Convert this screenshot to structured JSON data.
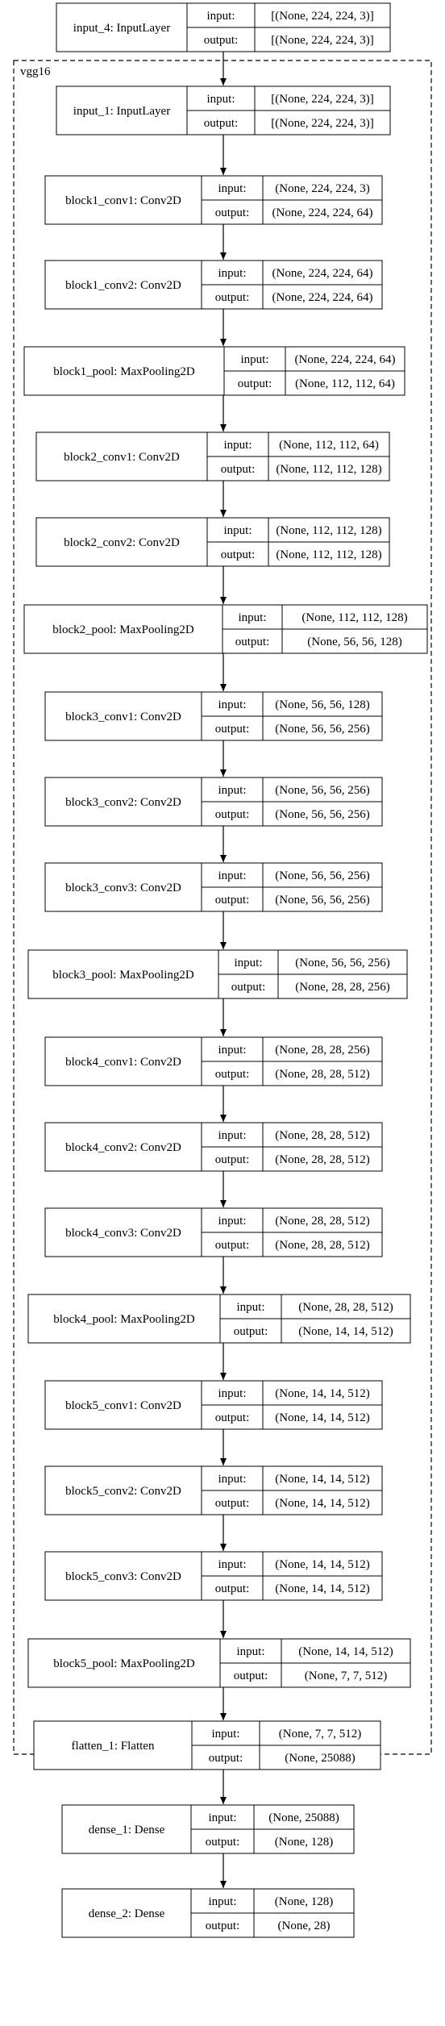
{
  "cluster": {
    "label": "vgg16"
  },
  "nodes": [
    {
      "name": "input_4: InputLayer",
      "input_label": "input:",
      "output_label": "output:",
      "input": "[(None, 224, 224, 3)]",
      "output": "[(None, 224, 224, 3)]"
    },
    {
      "name": "input_1: InputLayer",
      "input_label": "input:",
      "output_label": "output:",
      "input": "[(None, 224, 224, 3)]",
      "output": "[(None, 224, 224, 3)]"
    },
    {
      "name": "block1_conv1: Conv2D",
      "input_label": "input:",
      "output_label": "output:",
      "input": "(None, 224, 224, 3)",
      "output": "(None, 224, 224, 64)"
    },
    {
      "name": "block1_conv2: Conv2D",
      "input_label": "input:",
      "output_label": "output:",
      "input": "(None, 224, 224, 64)",
      "output": "(None, 224, 224, 64)"
    },
    {
      "name": "block1_pool: MaxPooling2D",
      "input_label": "input:",
      "output_label": "output:",
      "input": "(None, 224, 224, 64)",
      "output": "(None, 112, 112, 64)"
    },
    {
      "name": "block2_conv1: Conv2D",
      "input_label": "input:",
      "output_label": "output:",
      "input": "(None, 112, 112, 64)",
      "output": "(None, 112, 112, 128)"
    },
    {
      "name": "block2_conv2: Conv2D",
      "input_label": "input:",
      "output_label": "output:",
      "input": "(None, 112, 112, 128)",
      "output": "(None, 112, 112, 128)"
    },
    {
      "name": "block2_pool: MaxPooling2D",
      "input_label": "input:",
      "output_label": "output:",
      "input": "(None, 112, 112, 128)",
      "output": "(None, 56, 56, 128)"
    },
    {
      "name": "block3_conv1: Conv2D",
      "input_label": "input:",
      "output_label": "output:",
      "input": "(None, 56, 56, 128)",
      "output": "(None, 56, 56, 256)"
    },
    {
      "name": "block3_conv2: Conv2D",
      "input_label": "input:",
      "output_label": "output:",
      "input": "(None, 56, 56, 256)",
      "output": "(None, 56, 56, 256)"
    },
    {
      "name": "block3_conv3: Conv2D",
      "input_label": "input:",
      "output_label": "output:",
      "input": "(None, 56, 56, 256)",
      "output": "(None, 56, 56, 256)"
    },
    {
      "name": "block3_pool: MaxPooling2D",
      "input_label": "input:",
      "output_label": "output:",
      "input": "(None, 56, 56, 256)",
      "output": "(None, 28, 28, 256)"
    },
    {
      "name": "block4_conv1: Conv2D",
      "input_label": "input:",
      "output_label": "output:",
      "input": "(None, 28, 28, 256)",
      "output": "(None, 28, 28, 512)"
    },
    {
      "name": "block4_conv2: Conv2D",
      "input_label": "input:",
      "output_label": "output:",
      "input": "(None, 28, 28, 512)",
      "output": "(None, 28, 28, 512)"
    },
    {
      "name": "block4_conv3: Conv2D",
      "input_label": "input:",
      "output_label": "output:",
      "input": "(None, 28, 28, 512)",
      "output": "(None, 28, 28, 512)"
    },
    {
      "name": "block4_pool: MaxPooling2D",
      "input_label": "input:",
      "output_label": "output:",
      "input": "(None, 28, 28, 512)",
      "output": "(None, 14, 14, 512)"
    },
    {
      "name": "block5_conv1: Conv2D",
      "input_label": "input:",
      "output_label": "output:",
      "input": "(None, 14, 14, 512)",
      "output": "(None, 14, 14, 512)"
    },
    {
      "name": "block5_conv2: Conv2D",
      "input_label": "input:",
      "output_label": "output:",
      "input": "(None, 14, 14, 512)",
      "output": "(None, 14, 14, 512)"
    },
    {
      "name": "block5_conv3: Conv2D",
      "input_label": "input:",
      "output_label": "output:",
      "input": "(None, 14, 14, 512)",
      "output": "(None, 14, 14, 512)"
    },
    {
      "name": "block5_pool: MaxPooling2D",
      "input_label": "input:",
      "output_label": "output:",
      "input": "(None, 14, 14, 512)",
      "output": "(None, 7, 7, 512)"
    },
    {
      "name": "flatten_1: Flatten",
      "input_label": "input:",
      "output_label": "output:",
      "input": "(None, 7, 7, 512)",
      "output": "(None, 25088)"
    },
    {
      "name": "dense_1: Dense",
      "input_label": "input:",
      "output_label": "output:",
      "input": "(None, 25088)",
      "output": "(None, 128)"
    },
    {
      "name": "dense_2: Dense",
      "input_label": "input:",
      "output_label": "output:",
      "input": "(None, 128)",
      "output": "(None, 28)"
    }
  ]
}
